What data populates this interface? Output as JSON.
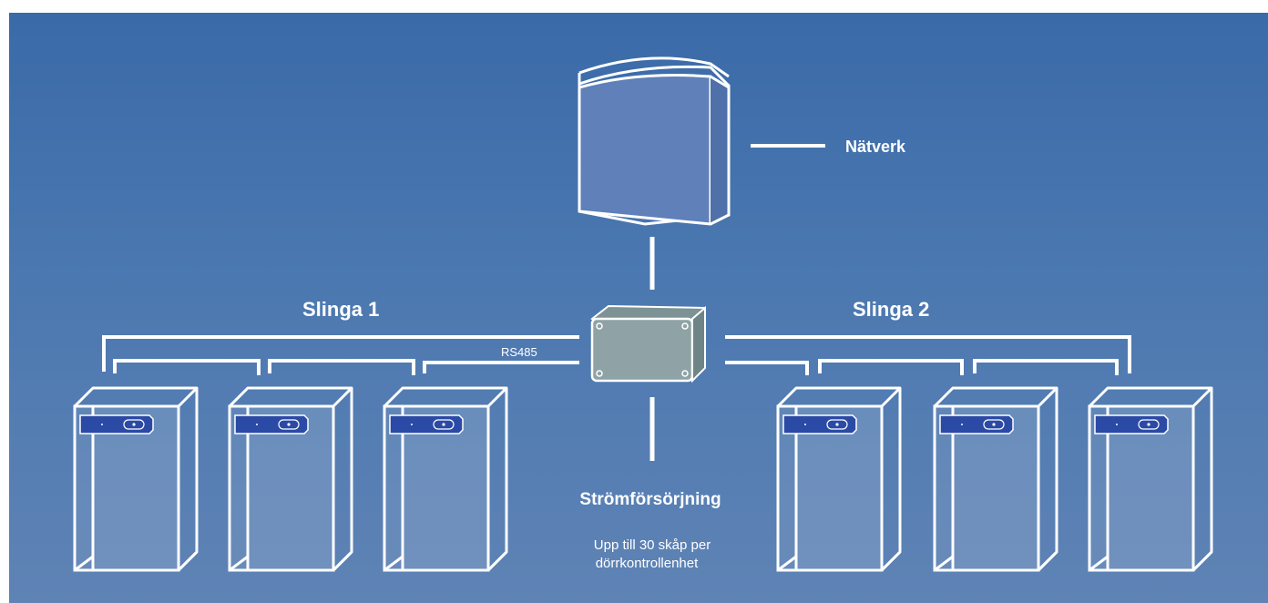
{
  "labels": {
    "network": "Nätverk",
    "loop1": "Slinga 1",
    "loop2": "Slinga 2",
    "bus": "RS485",
    "power": "Strömförsörjning",
    "capacity_line1": "Upp till 30 skåp per",
    "capacity_line2": "dörrkontrollenhet"
  },
  "colors": {
    "background_top": "#3a6aa8",
    "background_bottom": "#5f83b5",
    "stroke": "#ffffff",
    "controller_fill": "#5f80b9",
    "junction_fill": "#8fa3a6",
    "lock_fill": "#2b4aa6"
  },
  "icons": [
    "network-controller-icon",
    "junction-box-icon",
    "locker-cabinet-icon",
    "locker-lock-icon"
  ]
}
